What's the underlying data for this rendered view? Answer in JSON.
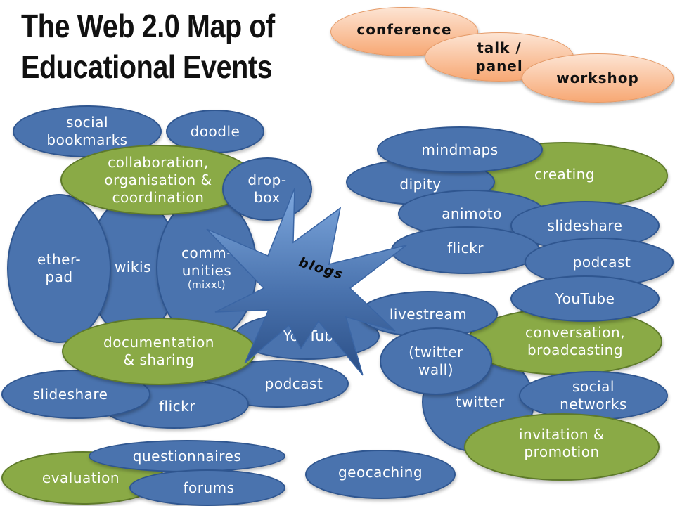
{
  "title_line1": "The Web 2.0 Map of",
  "title_line2": "Educational Events",
  "legend": {
    "conference": "conference",
    "talk_panel": "talk /\npanel",
    "workshop": "workshop"
  },
  "groups": {
    "collaboration": "collaboration,\norganisation &\ncoordination",
    "creating": "creating",
    "documentation": "documentation\n& sharing",
    "conversation": "conversation,\nbroadcasting",
    "invitation": "invitation &\npromotion",
    "evaluation": "evaluation"
  },
  "tools": {
    "social_bookmarks": "social\nbookmarks",
    "doodle": "doodle",
    "dropbox": "drop-\nbox",
    "etherpad": "ether-\npad",
    "wikis": "wikis",
    "communities": "comm-\nunities",
    "communities_note": "(mixxt)",
    "youtube_left": "YouTube",
    "podcast_left": "podcast",
    "slideshare_left": "slideshare",
    "flickr_left": "flickr",
    "questionnaires": "questionnaires",
    "forums": "forums",
    "geocaching": "geocaching",
    "mindmaps": "mindmaps",
    "dipity": "dipity",
    "animoto": "animoto",
    "slideshare_right": "slideshare",
    "flickr_right": "flickr",
    "podcast_right": "podcast",
    "youtube_right": "YouTube",
    "livestream": "livestream",
    "twitter_wall": "(twitter\nwall)",
    "twitter": "twitter",
    "social_networks": "social\nnetworks"
  },
  "center": "blogs",
  "colors": {
    "blue_ellipse": "#4a73ae",
    "green_ellipse": "#8aaa46",
    "peach_ellipse": "#f7a874",
    "star": "#4a73ae"
  }
}
